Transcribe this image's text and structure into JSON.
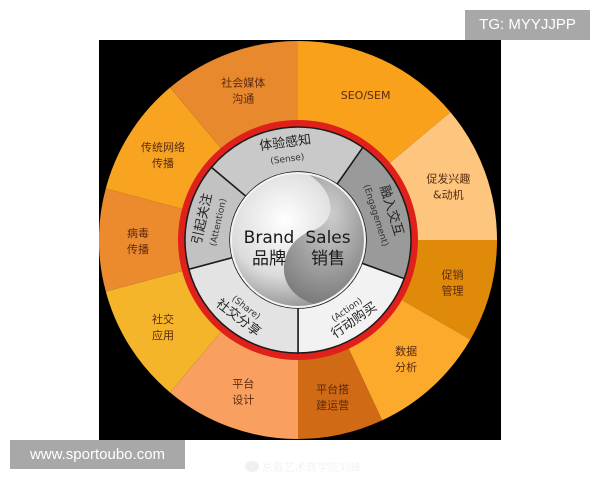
{
  "overlay_tags": {
    "top_right": "TG: MYYJJPP",
    "bottom_left": "www.sportoubo.com"
  },
  "watermark": {
    "icon": "weibo-icon",
    "text": "总裁艺术商学院刘峰"
  },
  "diagram": {
    "center": {
      "left_en": "Brand",
      "left_zh": "品牌",
      "right_en": "Sales",
      "right_zh": "销售"
    },
    "inner_ring": [
      {
        "zh": "体验感知",
        "en": "(Sense)",
        "color": "#c9c9c9"
      },
      {
        "zh": "融入交互",
        "en": "(Engagement)",
        "color": "#9a9a9a"
      },
      {
        "zh": "行动购买",
        "en": "(Action)",
        "color": "#f2f2f2"
      },
      {
        "zh": "社交分享",
        "en": "(Share)",
        "color": "#e3e3e3"
      },
      {
        "zh": "引起关注",
        "en": "(Attention)",
        "color": "#c2c2c2"
      }
    ],
    "ring_border_color": "#e0201b",
    "outer_ring": [
      {
        "line1": "SEO/SEM",
        "line2": "",
        "color": "#f9a11b"
      },
      {
        "line1": "促发兴趣",
        "line2": "&动机",
        "color": "#fdc57e"
      },
      {
        "line1": "促销",
        "line2": "管理",
        "color": "#e08a0a"
      },
      {
        "line1": "数据",
        "line2": "分析",
        "color": "#fbaa2c"
      },
      {
        "line1": "平台搭",
        "line2": "建运营",
        "color": "#d06a14"
      },
      {
        "line1": "平台",
        "line2": "设计",
        "color": "#f9a060"
      },
      {
        "line1": "社交",
        "line2": "应用",
        "color": "#f5b52a"
      },
      {
        "line1": "病毒",
        "line2": "传播",
        "color": "#ec8a2e"
      },
      {
        "line1": "传统网络",
        "line2": "传播",
        "color": "#f9a421"
      },
      {
        "line1": "社会媒体",
        "line2": "沟通",
        "color": "#e9892e"
      }
    ]
  }
}
